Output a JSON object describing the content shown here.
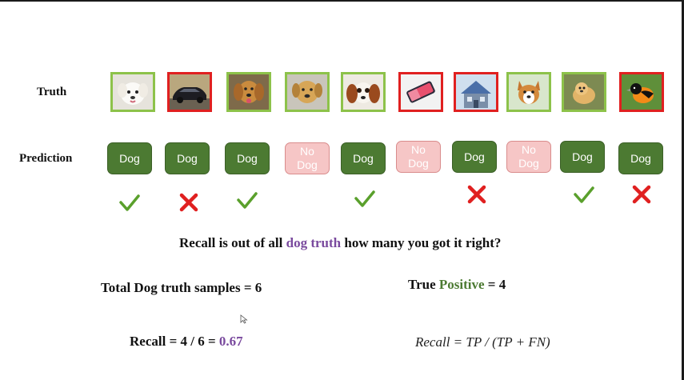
{
  "labels": {
    "truth": "Truth",
    "prediction": "Prediction"
  },
  "items": [
    {
      "truth": "dog",
      "image": "white-puppy",
      "prediction": "Dog",
      "result": "correct"
    },
    {
      "truth": "not-dog",
      "image": "car",
      "prediction": "Dog",
      "result": "wrong"
    },
    {
      "truth": "dog",
      "image": "golden-retriever",
      "prediction": "Dog",
      "result": "correct"
    },
    {
      "truth": "dog",
      "image": "labrador",
      "prediction": "No Dog",
      "result": "none"
    },
    {
      "truth": "dog",
      "image": "cavalier-spaniel",
      "prediction": "Dog",
      "result": "correct"
    },
    {
      "truth": "not-dog",
      "image": "smartphone",
      "prediction": "No Dog",
      "result": "none"
    },
    {
      "truth": "not-dog",
      "image": "house",
      "prediction": "Dog",
      "result": "wrong"
    },
    {
      "truth": "dog",
      "image": "corgi",
      "prediction": "No Dog",
      "result": "none"
    },
    {
      "truth": "dog",
      "image": "golden-puppy",
      "prediction": "Dog",
      "result": "correct"
    },
    {
      "truth": "not-dog",
      "image": "oriole-bird",
      "prediction": "Dog",
      "result": "wrong"
    }
  ],
  "recall_def": {
    "before": "Recall is out of all ",
    "highlight": "dog truth",
    "after": " how many you got it right?"
  },
  "total": {
    "text": "Total Dog truth samples = 6"
  },
  "tp": {
    "before": "True ",
    "highlight": "Positive",
    "after": " = 4"
  },
  "recall_calc": {
    "before": "Recall = 4 / 6 = ",
    "highlight": "0.67"
  },
  "formula": "Recall = TP / (TP + FN)",
  "colors": {
    "good_border": "#8dc24a",
    "bad_border": "#e02020",
    "dog_btn": "#4c7a32",
    "nodog_btn": "#f6c6c6",
    "check": "#5aa02c",
    "cross": "#e02020",
    "accent": "#7a4a9e"
  }
}
